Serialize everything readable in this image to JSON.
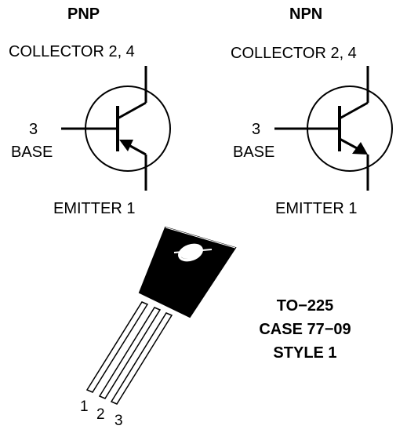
{
  "pnp": {
    "title": "PNP",
    "collector": "COLLECTOR 2, 4",
    "base_num": "3",
    "base": "BASE",
    "emitter": "EMITTER 1"
  },
  "npn": {
    "title": "NPN",
    "collector": "COLLECTOR 2, 4",
    "base_num": "3",
    "base": "BASE",
    "emitter": "EMITTER 1"
  },
  "package": {
    "line1": "TO−225",
    "line2": "CASE 77−09",
    "line3": "STYLE 1",
    "pins": [
      "1",
      "2",
      "3"
    ]
  },
  "colors": {
    "ink": "#000000",
    "background": "#ffffff"
  }
}
